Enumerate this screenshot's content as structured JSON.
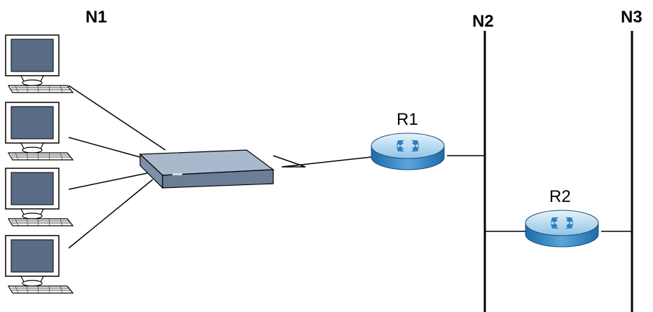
{
  "networks": [
    {
      "id": "n1",
      "label": "N1"
    },
    {
      "id": "n2",
      "label": "N2"
    },
    {
      "id": "n3",
      "label": "N3"
    }
  ],
  "routers": [
    {
      "id": "r1",
      "label": "R1"
    },
    {
      "id": "r2",
      "label": "R2"
    }
  ],
  "devices": {
    "computer_count": 4,
    "switch": "network-switch-icon",
    "computer_icon": "desktop-computer-icon",
    "router_icon": "router-icon"
  },
  "colors": {
    "line": "#000000",
    "computer_screen": "#5a6b86",
    "computer_body": "#ffffff",
    "switch_top": "#a9b8cc",
    "switch_side": "#6b7e96",
    "router_light": "#cfe6f5",
    "router_dark": "#2e7fbf"
  }
}
